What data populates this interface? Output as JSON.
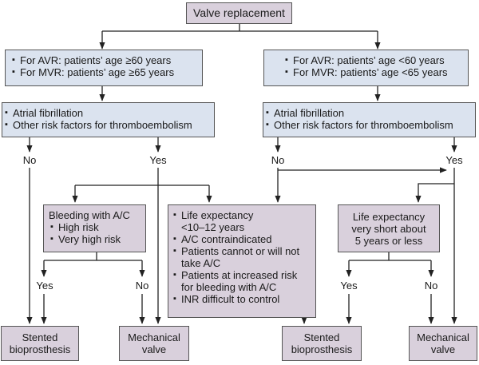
{
  "diagram": {
    "root": "Valve replacement",
    "left_age": [
      "For AVR: patients’ age ≥60 years",
      "For MVR: patients’ age ≥65 years"
    ],
    "right_age": [
      "For AVR: patients’ age <60 years",
      "For MVR: patients’ age <65 years"
    ],
    "risk_factors": [
      "Atrial fibrillation",
      "Other risk factors for thromboembolism"
    ],
    "no_label": "No",
    "yes_label": "Yes",
    "bleeding": {
      "title": "Bleeding with A/C",
      "items": [
        "High risk",
        "Very high risk"
      ]
    },
    "life_criteria": [
      [
        "Life expectancy",
        "<10–12 years"
      ],
      [
        "A/C contraindicated"
      ],
      [
        "Patients cannot or will not",
        "take A/C"
      ],
      [
        "Patients at increased risk",
        "for bleeding with A/C"
      ],
      [
        "INR difficult to control"
      ]
    ],
    "short_life": [
      "Life expectancy",
      "very short about",
      "5 years or less"
    ],
    "outcome_stented": [
      "Stented",
      "bioprosthesis"
    ],
    "outcome_mechanical": [
      "Mechanical",
      "valve"
    ]
  },
  "colors": {
    "blue_box": "#dbe3ef",
    "mauve_box": "#d9d0dc",
    "border": "#555555",
    "line": "#222222"
  }
}
